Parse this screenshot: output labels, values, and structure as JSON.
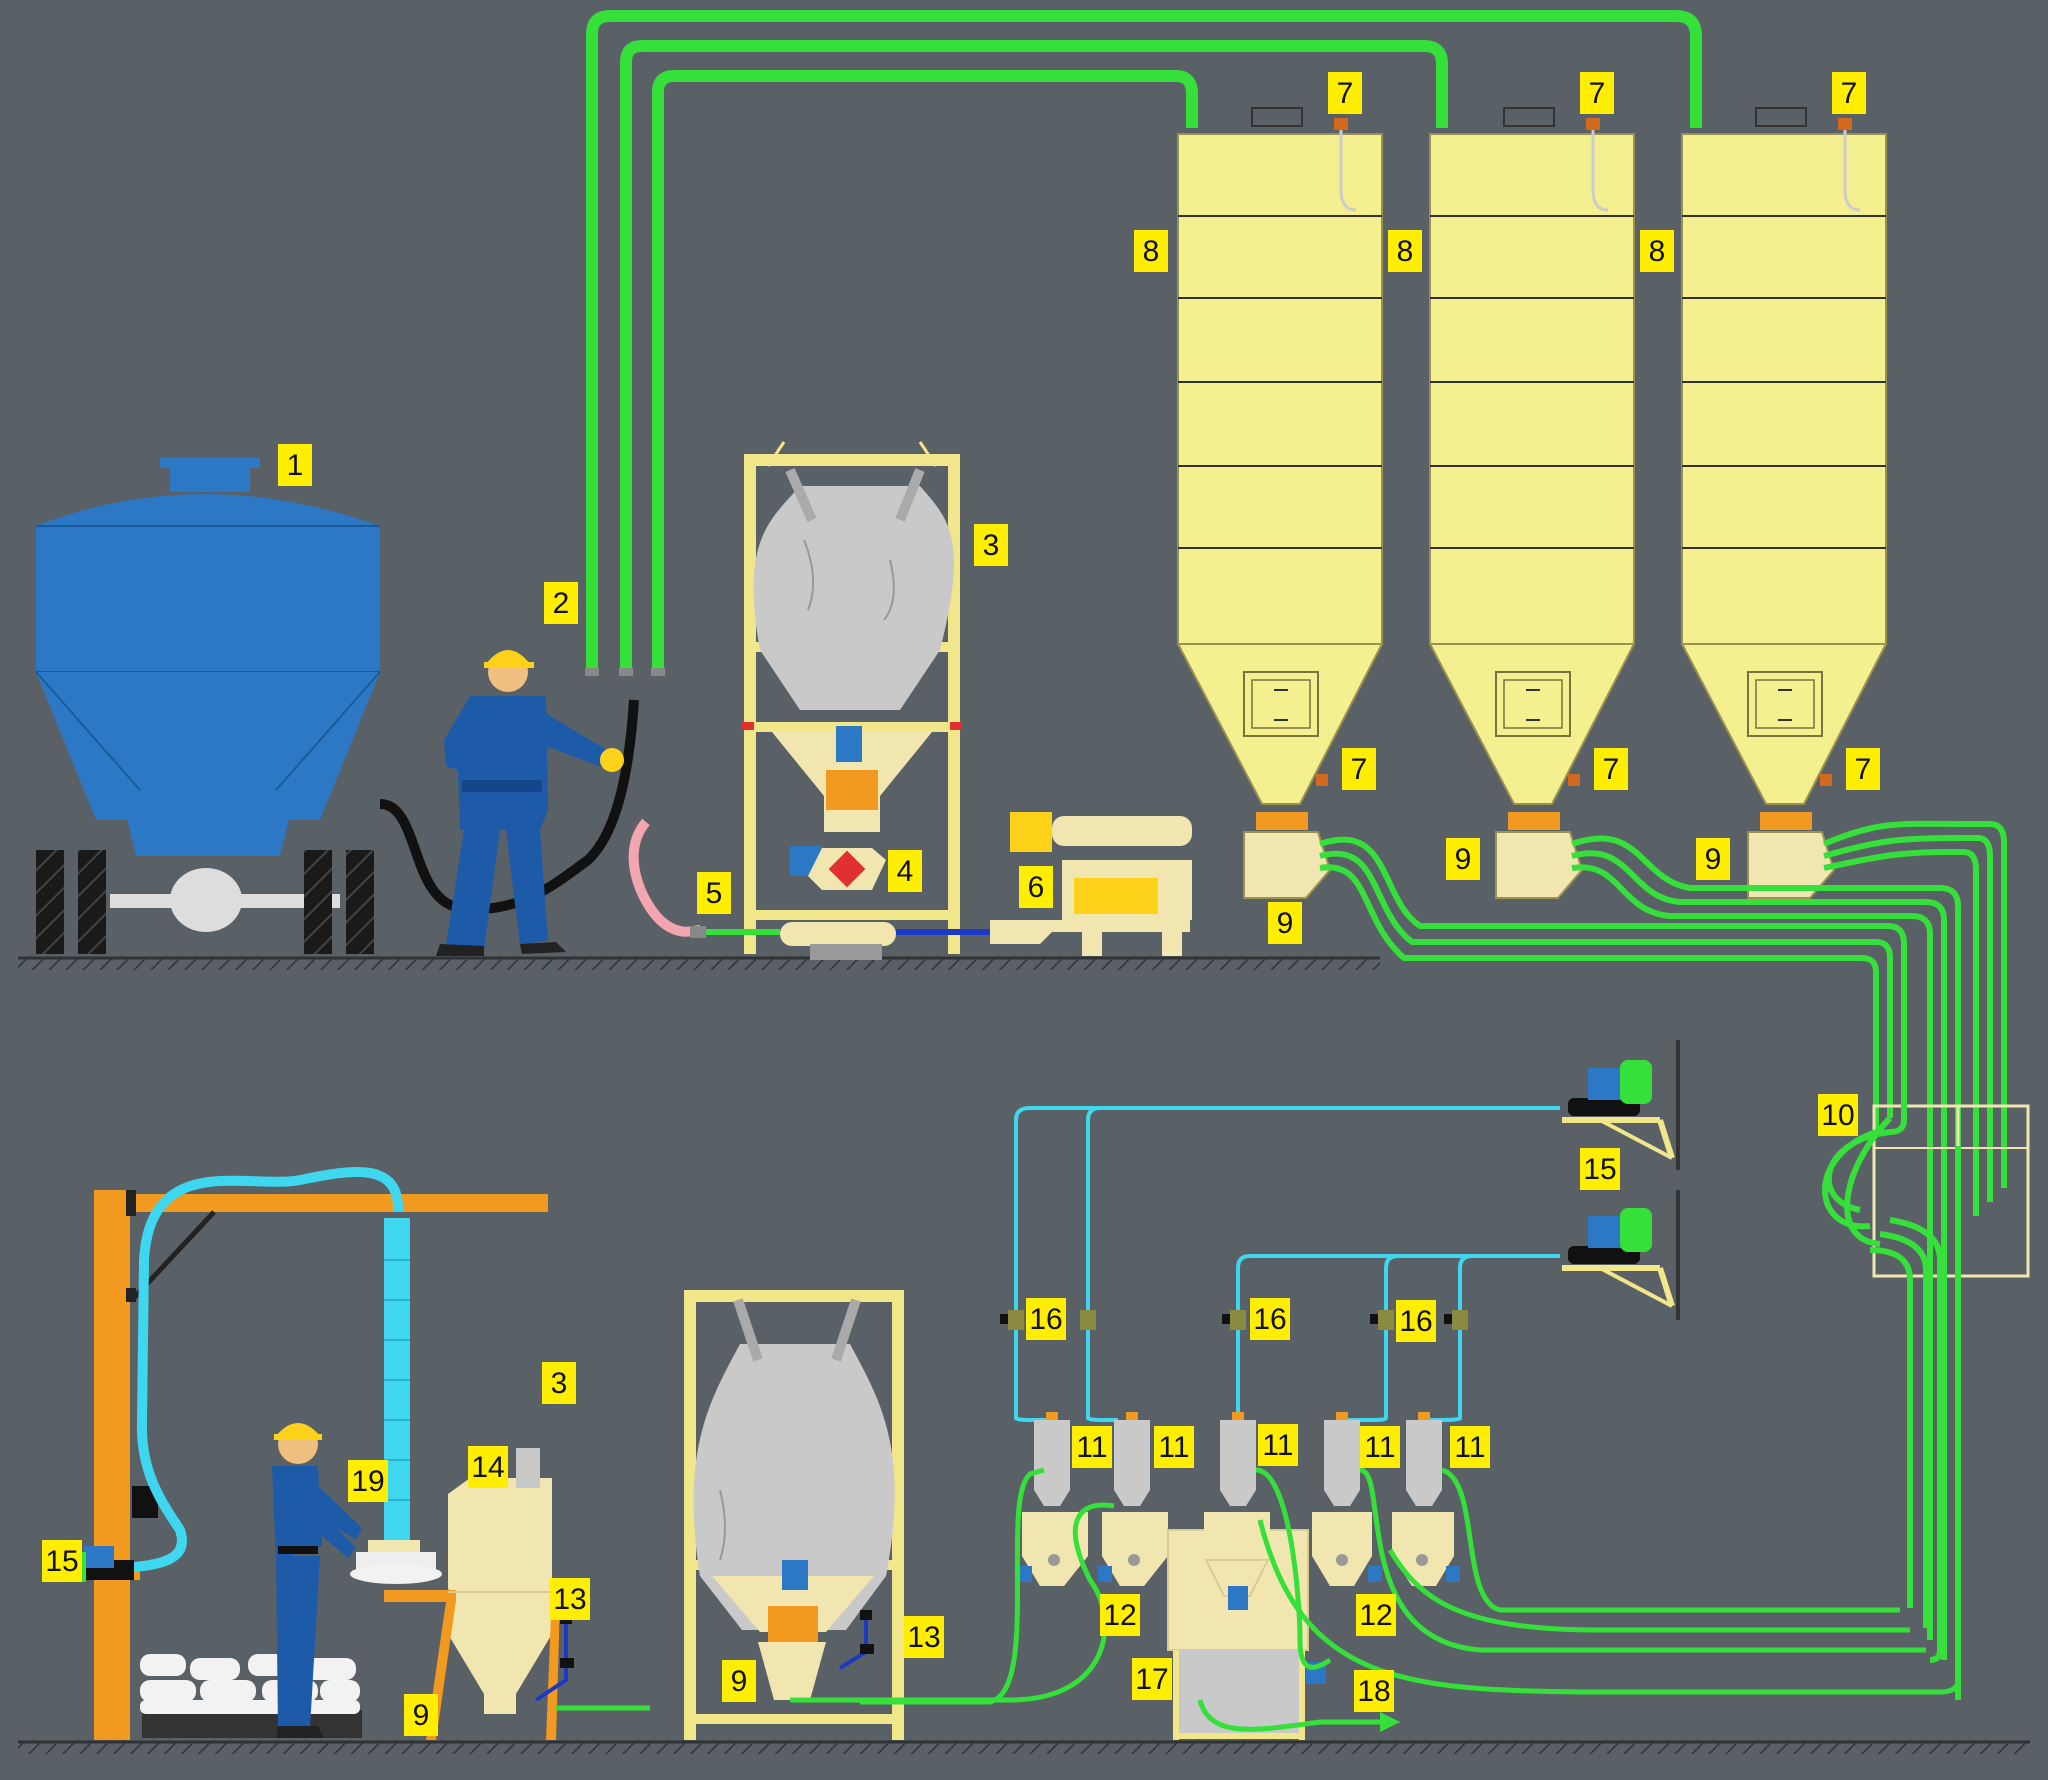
{
  "colors": {
    "background": "#5a6166",
    "silo": "#f4ef8f",
    "machine": "#f2e6b0",
    "frame": "#f2e68a",
    "pipe_green": "#35e03a",
    "pipe_cyan": "#3fd6ef",
    "tank_blue": "#2c78c4",
    "worker_blue": "#1d5aa8",
    "label_bg": "#ffee00",
    "crane_orange": "#f29a1f",
    "bag_gray": "#c9c9c9"
  },
  "callouts": [
    {
      "id": "c1",
      "text": "1"
    },
    {
      "id": "c2",
      "text": "2"
    },
    {
      "id": "c3a",
      "text": "3"
    },
    {
      "id": "c3b",
      "text": "3"
    },
    {
      "id": "c4",
      "text": "4"
    },
    {
      "id": "c5",
      "text": "5"
    },
    {
      "id": "c6",
      "text": "6"
    },
    {
      "id": "c7a",
      "text": "7"
    },
    {
      "id": "c7b",
      "text": "7"
    },
    {
      "id": "c7c",
      "text": "7"
    },
    {
      "id": "c7d",
      "text": "7"
    },
    {
      "id": "c7e",
      "text": "7"
    },
    {
      "id": "c7f",
      "text": "7"
    },
    {
      "id": "c8a",
      "text": "8"
    },
    {
      "id": "c8b",
      "text": "8"
    },
    {
      "id": "c8c",
      "text": "8"
    },
    {
      "id": "c9a",
      "text": "9"
    },
    {
      "id": "c9b",
      "text": "9"
    },
    {
      "id": "c9c",
      "text": "9"
    },
    {
      "id": "c9d",
      "text": "9"
    },
    {
      "id": "c9e",
      "text": "9"
    },
    {
      "id": "c10",
      "text": "10"
    },
    {
      "id": "c11a",
      "text": "11"
    },
    {
      "id": "c11b",
      "text": "11"
    },
    {
      "id": "c11c",
      "text": "11"
    },
    {
      "id": "c11d",
      "text": "11"
    },
    {
      "id": "c11e",
      "text": "11"
    },
    {
      "id": "c12a",
      "text": "12"
    },
    {
      "id": "c12b",
      "text": "12"
    },
    {
      "id": "c13a",
      "text": "13"
    },
    {
      "id": "c13b",
      "text": "13"
    },
    {
      "id": "c14",
      "text": "14"
    },
    {
      "id": "c15a",
      "text": "15"
    },
    {
      "id": "c15b",
      "text": "15"
    },
    {
      "id": "c16a",
      "text": "16"
    },
    {
      "id": "c16b",
      "text": "16"
    },
    {
      "id": "c16c",
      "text": "16"
    },
    {
      "id": "c17",
      "text": "17"
    },
    {
      "id": "c18",
      "text": "18"
    },
    {
      "id": "c19",
      "text": "19"
    }
  ]
}
